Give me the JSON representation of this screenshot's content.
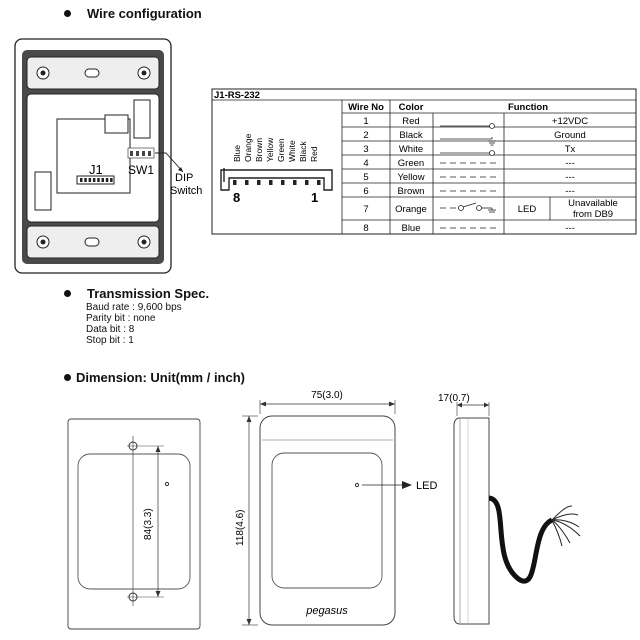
{
  "sections": {
    "wire_config": "Wire configuration",
    "transmission": "Transmission Spec.",
    "dimension": "Dimension: Unit(mm / inch)"
  },
  "wiring_figure": {
    "j1": "J1",
    "sw1": "SW1",
    "dip_line1": "DIP",
    "dip_line2": "Switch",
    "pin_first": "8",
    "pin_last": "1",
    "wire_colors_vertical": [
      "Blue",
      "Orange",
      "Brown",
      "Yellow",
      "Green",
      "White",
      "Black",
      "Red"
    ]
  },
  "rs232_table": {
    "title": "J1-RS-232",
    "headers": [
      "Wire No",
      "Color",
      "Function"
    ],
    "rows": [
      {
        "no": "1",
        "color": "Red",
        "function": "+12VDC"
      },
      {
        "no": "2",
        "color": "Black",
        "function": "Ground"
      },
      {
        "no": "3",
        "color": "White",
        "function": "Tx"
      },
      {
        "no": "4",
        "color": "Green",
        "function": "---"
      },
      {
        "no": "5",
        "color": "Yellow",
        "function": "---"
      },
      {
        "no": "6",
        "color": "Brown",
        "function": "---"
      },
      {
        "no": "7",
        "color": "Orange",
        "function_label": "LED",
        "function_line1": "Unavailable",
        "function_line2": "from DB9"
      },
      {
        "no": "8",
        "color": "Blue",
        "function": "---"
      }
    ]
  },
  "transmission_spec": [
    "Baud rate : 9,600 bps",
    "Parity bit : none",
    "Data bit : 8",
    "Stop bit : 1"
  ],
  "dimension": {
    "width": "75(3.0)",
    "depth": "17(0.7)",
    "height": "118(4.6)",
    "hole_spacing": "84(3.3)",
    "led_label": "LED",
    "brand": "pegasus"
  }
}
